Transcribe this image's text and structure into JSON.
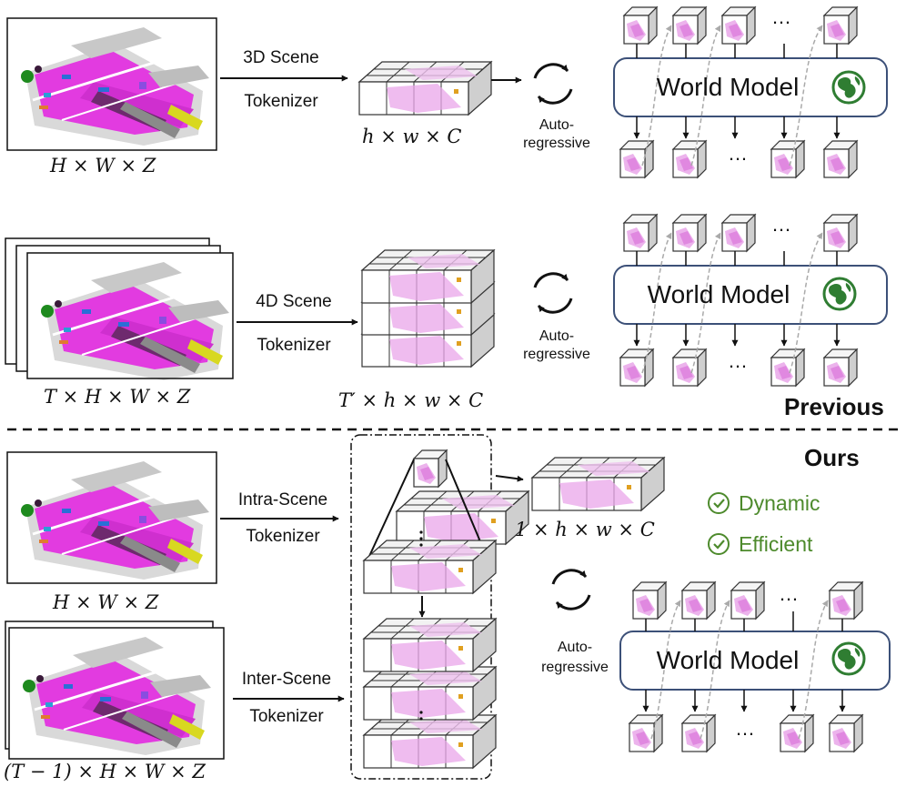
{
  "row1": {
    "input_dims": "H × W × Z",
    "tokenizer_line1": "3D Scene",
    "tokenizer_line2": "Tokenizer",
    "token_dims": "h × w × C",
    "autoregressive_line1": "Auto-",
    "autoregressive_line2": "regressive",
    "world_model": "World Model",
    "ellipsis_top": "…",
    "ellipsis_bottom": "…"
  },
  "row2": {
    "input_dims": "T × H × W × Z",
    "tokenizer_line1": "4D Scene",
    "tokenizer_line2": "Tokenizer",
    "token_dims": "T′ × h × w × C",
    "autoregressive_line1": "Auto-",
    "autoregressive_line2": "regressive",
    "world_model": "World Model",
    "ellipsis_top": "…",
    "ellipsis_bottom": "…"
  },
  "previous_label": "Previous",
  "ours_label": "Ours",
  "row3": {
    "intra_input_dims": "H × W × Z",
    "intra_tokenizer_line1": "Intra-Scene",
    "intra_tokenizer_line2": "Tokenizer",
    "inter_input_dims": "(T − 1) × H × W × Z",
    "inter_tokenizer_line1": "Inter-Scene",
    "inter_tokenizer_line2": "Tokenizer",
    "token_dims": "1 × h × w × C",
    "features": [
      "Dynamic",
      "Efficient"
    ],
    "autoregressive_line1": "Auto-",
    "autoregressive_line2": "regressive",
    "world_model": "World Model",
    "ellipsis_top": "…",
    "ellipsis_bottom": "…"
  },
  "colors": {
    "world_model_border": "#3c5078",
    "scene_magenta": "#e23be0",
    "scene_gray": "#9c9c9c",
    "feature_green": "#4d8a2c",
    "earth_green": "#2f7d32"
  },
  "icons": [
    "autoregressive-cycle-icon",
    "earth-globe-icon",
    "check-circle-icon"
  ]
}
